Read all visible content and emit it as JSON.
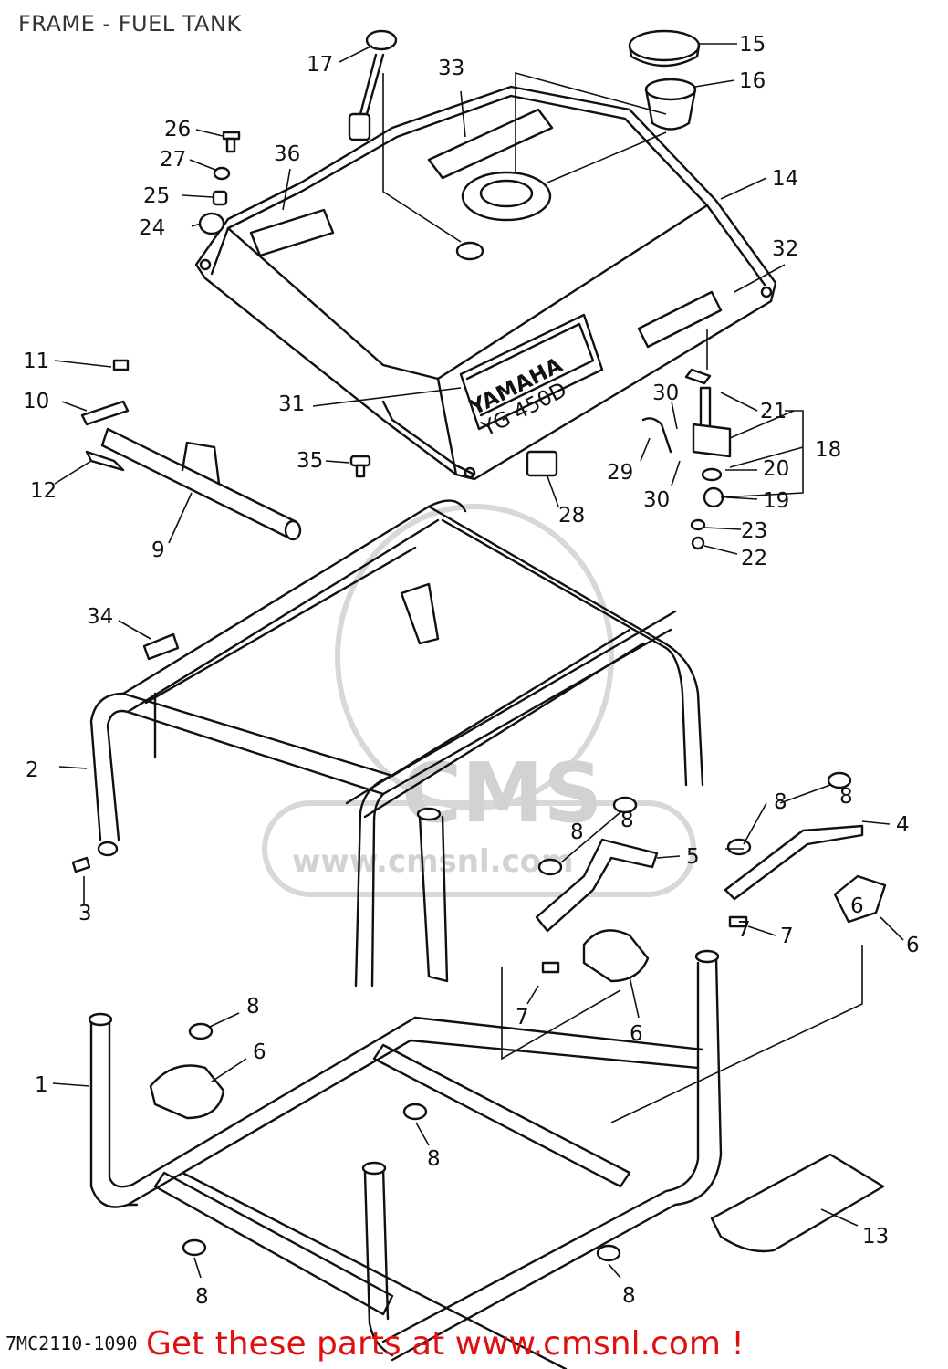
{
  "title": "FRAME - FUEL TANK",
  "tank_brand": "YAMAHA",
  "tank_model": "YG 450D",
  "watermark": {
    "logo": "CMS",
    "url": "www.cmsnl.com"
  },
  "diagram_code": "7MC2110-1090",
  "promo": "Get these parts at www.cmsnl.com !",
  "colors": {
    "line": "#111111",
    "promo": "#e01010",
    "watermark": "#d2d2d2",
    "title": "#333333"
  },
  "callouts": [
    "1",
    "2",
    "3",
    "4",
    "5",
    "6",
    "6",
    "6",
    "6",
    "7",
    "7",
    "7",
    "8",
    "8",
    "8",
    "8",
    "8",
    "8",
    "8",
    "8",
    "9",
    "10",
    "11",
    "12",
    "13",
    "14",
    "15",
    "16",
    "17",
    "18",
    "19",
    "20",
    "21",
    "22",
    "23",
    "24",
    "25",
    "26",
    "27",
    "28",
    "29",
    "30",
    "30",
    "31",
    "32",
    "33",
    "34",
    "35",
    "36"
  ]
}
